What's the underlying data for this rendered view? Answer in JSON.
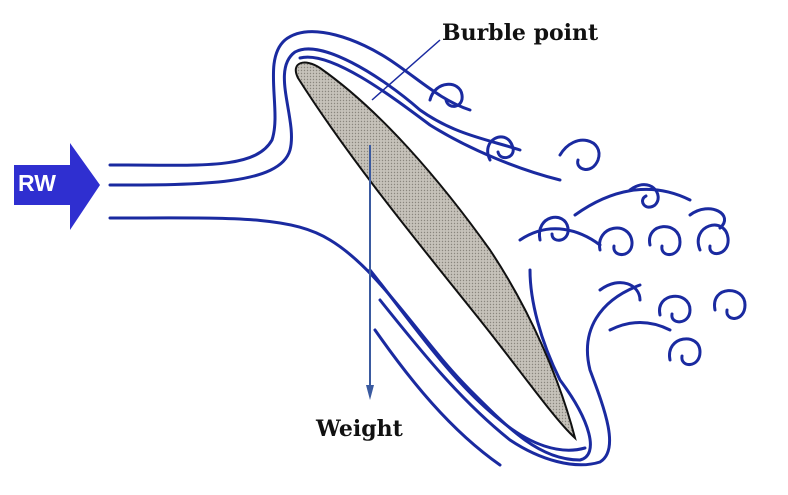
{
  "labels": {
    "relative_wind": "RW",
    "burble_point": "Burble point",
    "weight": "Weight"
  },
  "colors": {
    "streamline": "#1a2aa0",
    "arrow_fill": "#2f2fd0",
    "airfoil_fill": "#b8b4ac",
    "weight_vector": "#3a5aa0"
  }
}
